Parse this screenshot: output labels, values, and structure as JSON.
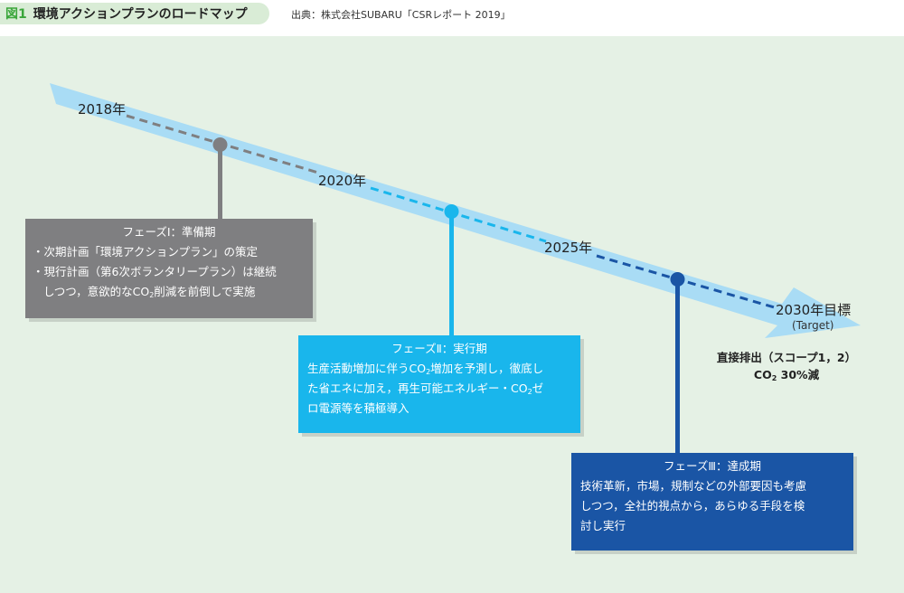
{
  "header": {
    "fig_num": "図1",
    "fig_title": "環境アクションプランのロードマップ",
    "source": "出典：株式会社SUBARU「CSRレポート 2019」"
  },
  "years": {
    "y2018": "2018年",
    "y2020": "2020年",
    "y2025": "2025年",
    "y2030": "2030年目標",
    "target": "(Target)"
  },
  "goal": {
    "line1": "直接排出（スコープ1，2）",
    "co": "CO",
    "sub": "2",
    "rest": " 30%減"
  },
  "phase1": {
    "title": "フェーズⅠ：準備期",
    "item1": "・次期計画「環境アクションプラン」の策定",
    "item2a": "・現行計画（第6次ボランタリープラン）は継続",
    "item2b_a": "しつつ，意欲的なCO",
    "item2b_sub": "2",
    "item2b_b": "削減を前倒しで実施"
  },
  "phase2": {
    "title": "フェーズⅡ：実行期",
    "l1a": "生産活動増加に伴うCO",
    "l1sub": "2",
    "l1b": "増加を予測し，徹底し",
    "l2a": "た省エネに加え，再生可能エネルギー・CO",
    "l2sub": "2",
    "l2b": "ゼ",
    "l3": "ロ電源等を積極導入"
  },
  "phase3": {
    "title": "フェーズⅢ：達成期",
    "l1": "技術革新，市場，規制などの外部要因も考慮",
    "l2": "しつつ，全社的視点から，あらゆる手段を検",
    "l3": "討し実行"
  },
  "colors": {
    "arrow": "#a9dcf5",
    "phase1": "#7f7f81",
    "phase2": "#19b6ec",
    "phase3": "#1a55a5",
    "fig_tab": "#d9ecd6",
    "panel": "#e5f1e5"
  }
}
